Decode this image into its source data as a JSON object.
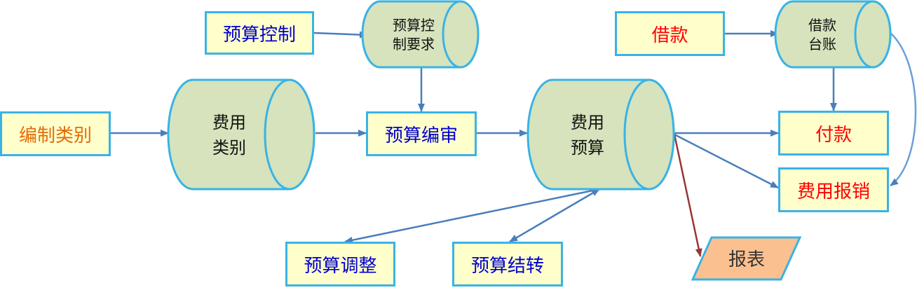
{
  "boxes": {
    "budget_control": "预算控制",
    "compile_category": "编制类别",
    "budget_review": "预算编审",
    "budget_adjust": "预算调整",
    "budget_carryover": "预算结转",
    "loan": "借款",
    "payment": "付款",
    "expense_reimburse": "费用报销"
  },
  "cylinders": {
    "control_req": [
      "预算控",
      "制要求"
    ],
    "expense_category": [
      "费用",
      "类别"
    ],
    "expense_budget": [
      "费用",
      "预算"
    ],
    "loan_ledger": [
      "借款",
      "台账"
    ]
  },
  "report": "报表",
  "colors": {
    "box_fill": "#ffffcc",
    "box_border": "#39b3e6",
    "cylinder_fill": "#d6e3bc",
    "arrow_blue": "#4a7ebb",
    "arrow_red": "#953735",
    "text_blue": "#0000cc",
    "text_red": "#ff0000",
    "text_orange": "#e36c09",
    "report_fill": "#fac090"
  }
}
